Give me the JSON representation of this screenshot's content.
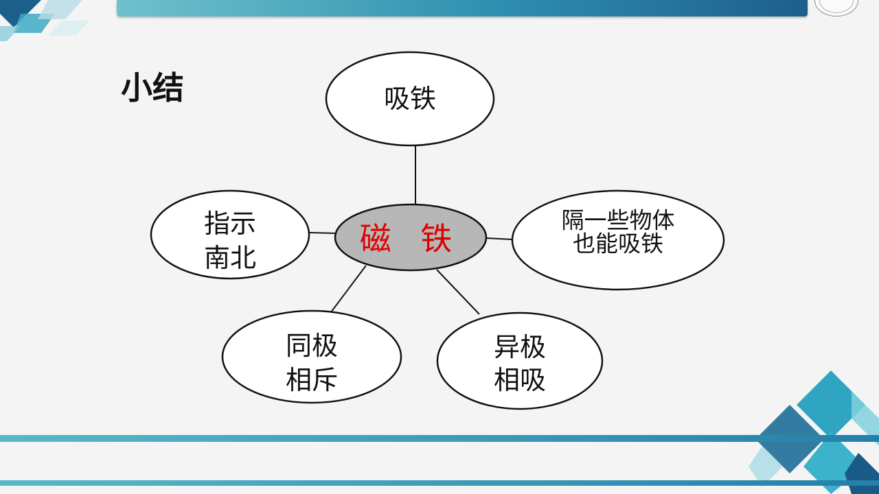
{
  "slide": {
    "title": "小结"
  },
  "diagram": {
    "center": {
      "label": "磁 铁",
      "fill": "#b7b7b7",
      "text_color": "#e00000"
    },
    "nodes": [
      {
        "id": "attract-iron",
        "lines": [
          "吸铁"
        ]
      },
      {
        "id": "through-objects",
        "lines": [
          "隔一些物体",
          "也能吸铁"
        ]
      },
      {
        "id": "opposite-attract",
        "lines": [
          "异极",
          "相吸"
        ]
      },
      {
        "id": "like-repel",
        "lines": [
          "同极",
          "相斥"
        ]
      },
      {
        "id": "point-north-south",
        "lines": [
          "指示",
          "南北"
        ]
      }
    ]
  },
  "theme": {
    "accent_dark": "#1d5f8c",
    "accent_light": "#6fc2cc"
  }
}
